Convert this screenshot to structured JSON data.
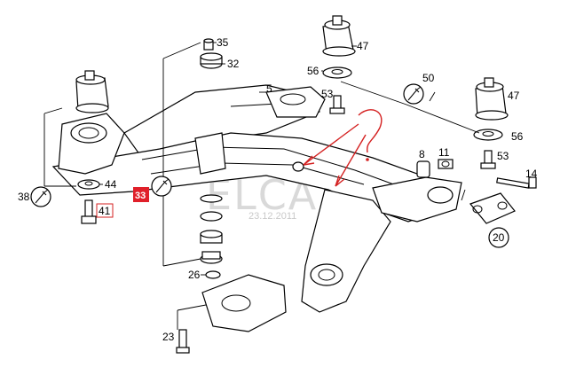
{
  "watermark": {
    "site": "ELCATS.RU",
    "date": "23.12.2011"
  },
  "highlight": {
    "color": "#d42020",
    "box_fill": "#e0202a"
  },
  "callouts": {
    "c5": "5",
    "c8": "8",
    "c11": "11",
    "c14": "14",
    "c20": "20",
    "c23": "23",
    "c26": "26",
    "c32": "32",
    "c33": "33",
    "c35": "35",
    "c38": "38",
    "c41": "41",
    "c44": "44",
    "c47a": "47",
    "c47b": "47",
    "c50": "50",
    "c53a": "53",
    "c53b": "53",
    "c56a": "56",
    "c56b": "56"
  },
  "annotation": {
    "mark": "?"
  },
  "icons": {
    "tool": "wrench-icon"
  }
}
